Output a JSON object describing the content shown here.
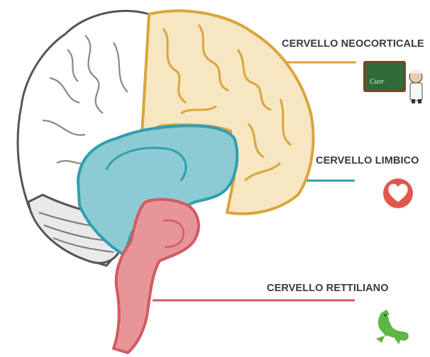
{
  "labels": {
    "neocortex": "CERVELLO NEOCORTICALE",
    "limbic": "CERVELLO LIMBICO",
    "reptilian": "CERVELLO RETTILIANO"
  },
  "icons": {
    "neocortex": "teacher-blackboard-icon",
    "limbic": "heart-icon",
    "reptilian": "crocodile-icon"
  },
  "blackboard_text": "Cuor",
  "colors": {
    "neocortex": "#f7e6c2",
    "neocortex_stroke": "#d9a53c",
    "limbic": "#8ccbd3",
    "limbic_stroke": "#2f9fb0",
    "reptilian": "#e8959a",
    "reptilian_stroke": "#d25a63",
    "heart_circle": "#e2574c",
    "crocodile": "#5fb545",
    "blackboard": "#2f6b3a",
    "outline": "#555555"
  }
}
